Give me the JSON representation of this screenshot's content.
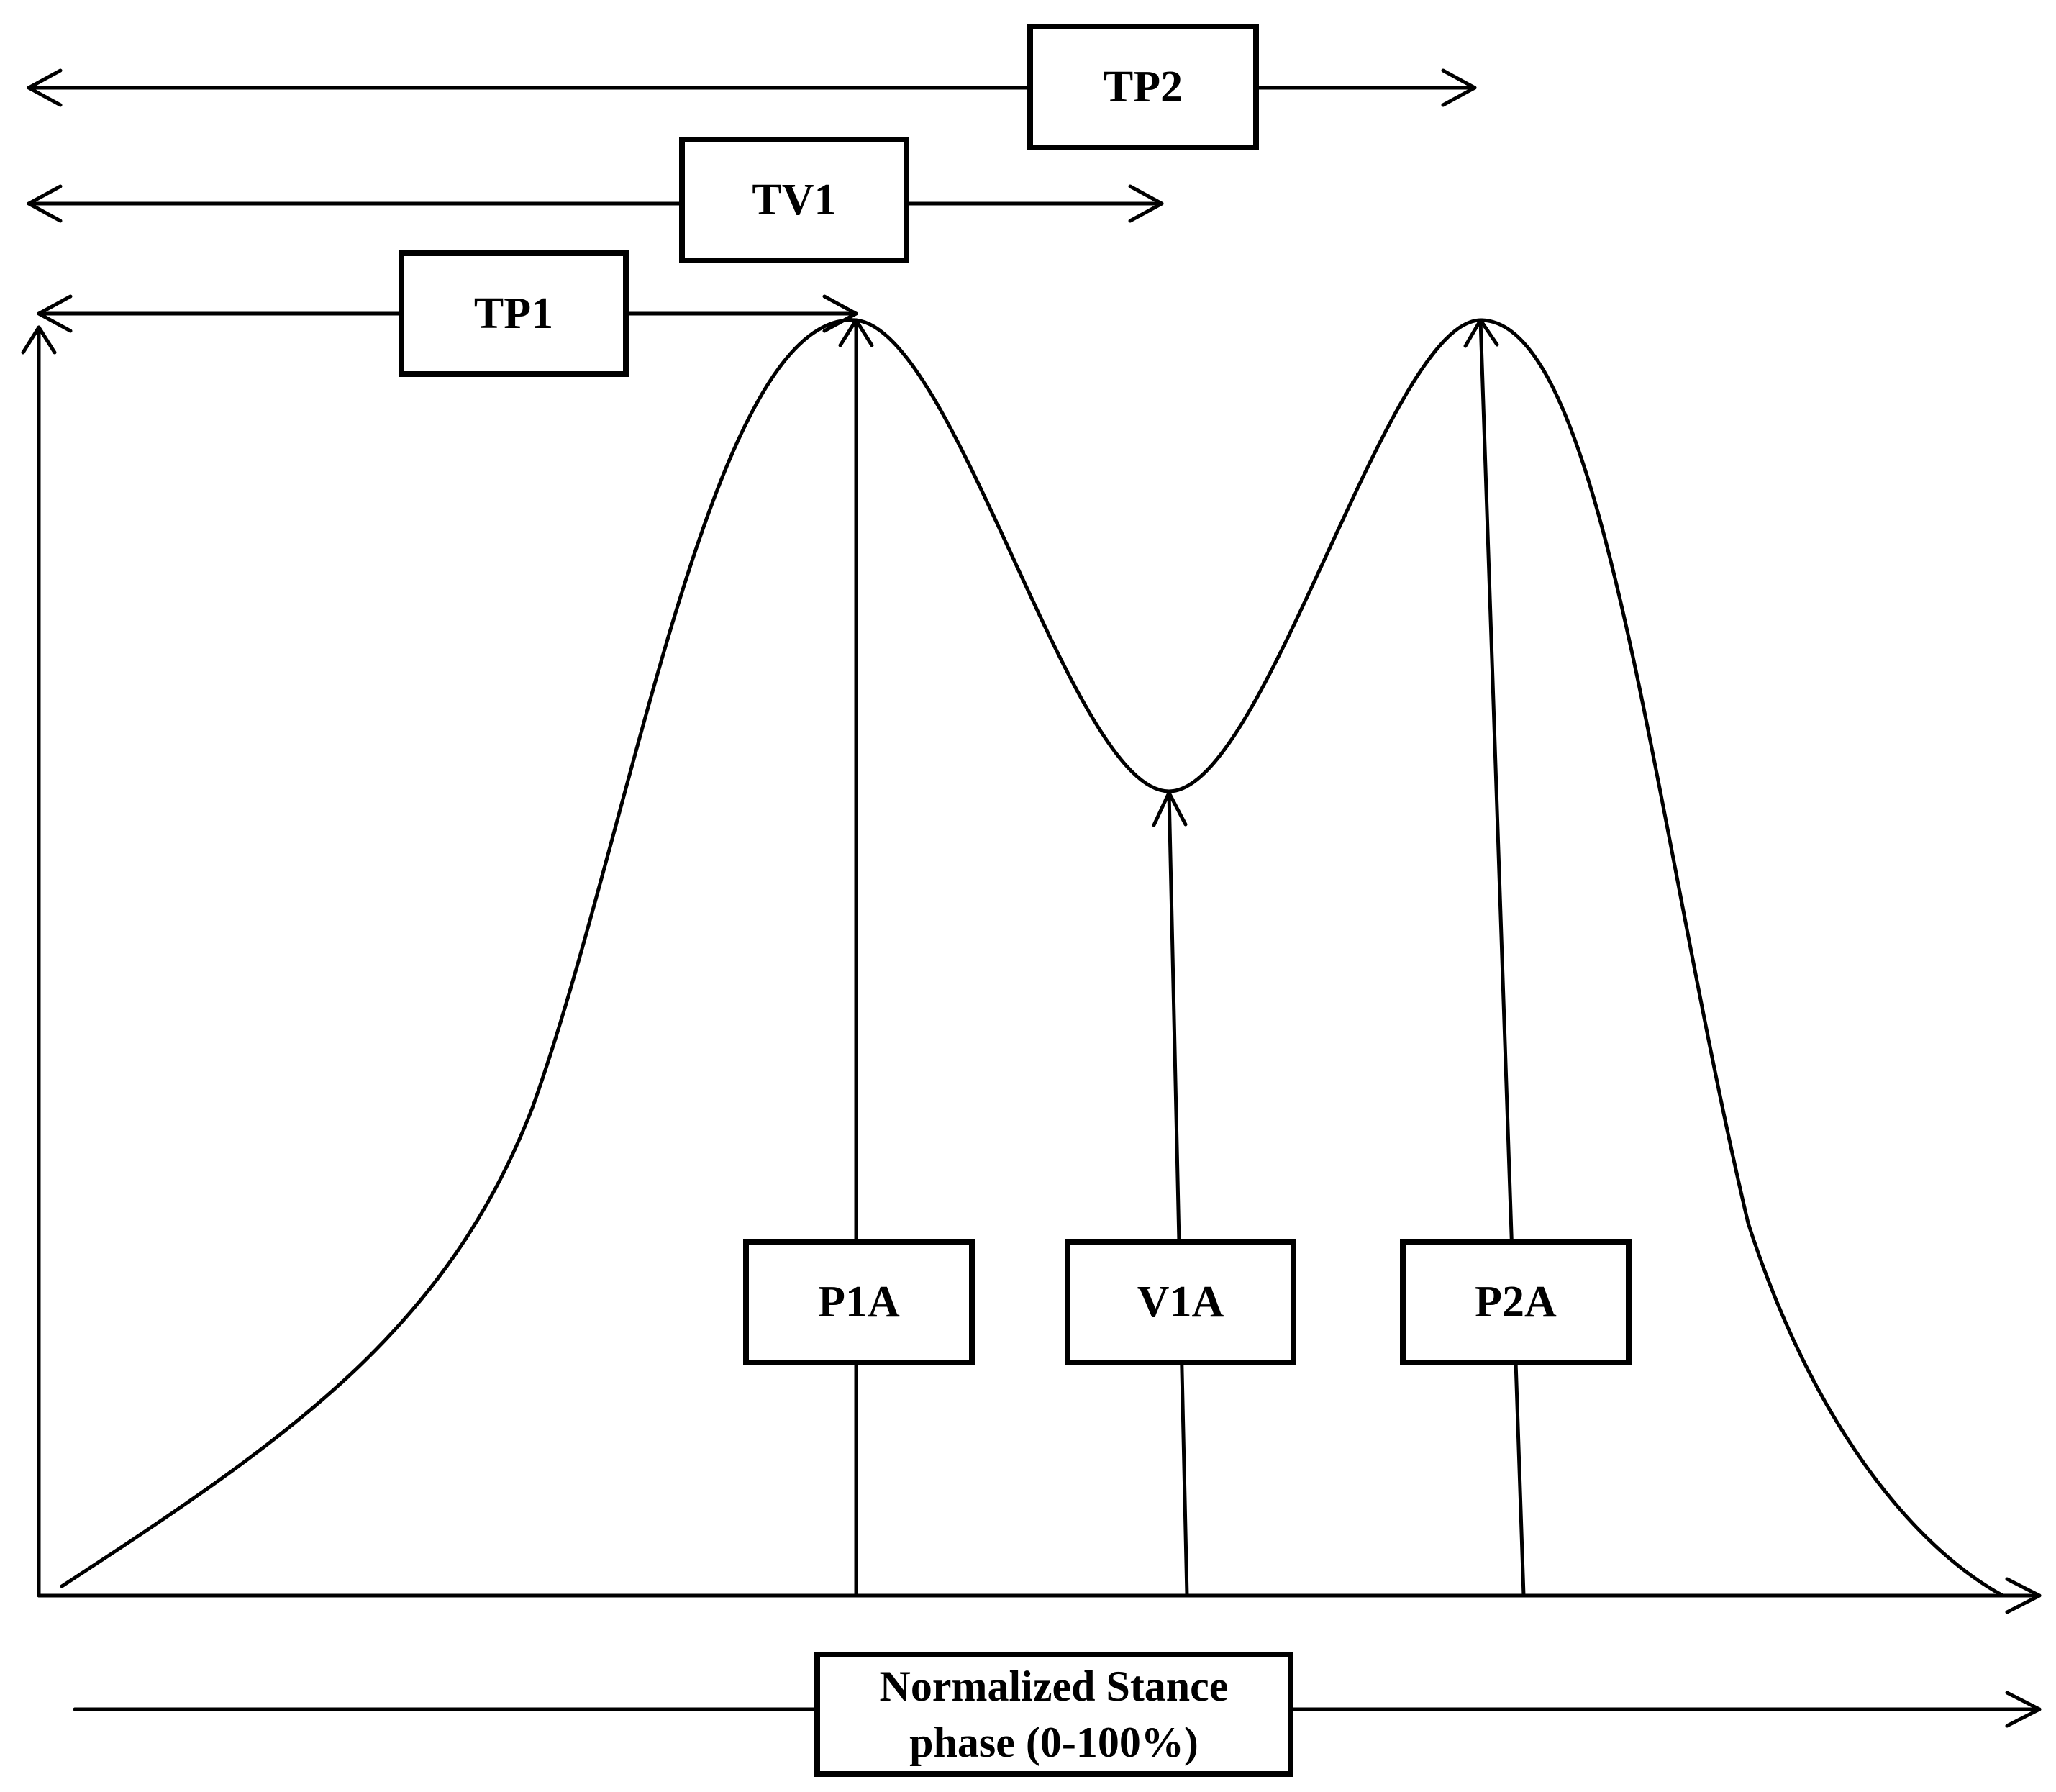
{
  "diagram": {
    "line_color": "#000000",
    "background_color": "#ffffff",
    "interval_labels": {
      "tp2": "TP2",
      "tv1": "TV1",
      "tp1": "TP1"
    },
    "point_labels": {
      "p1a": "P1A",
      "v1a": "V1A",
      "p2a": "P2A"
    },
    "x_axis_label": {
      "line1": "Normalized Stance",
      "line2": "phase (0-100%)"
    }
  }
}
